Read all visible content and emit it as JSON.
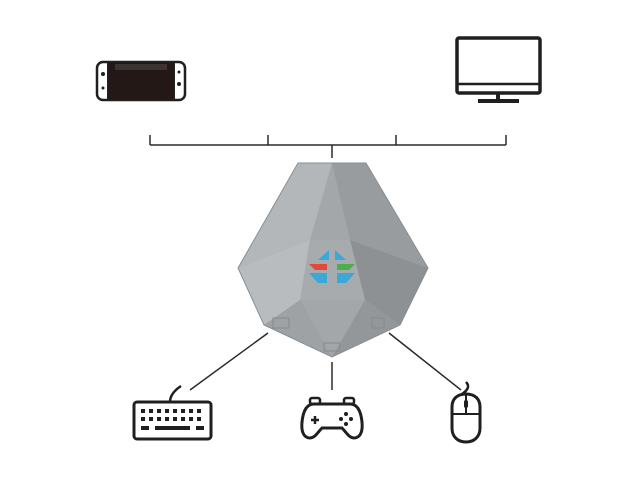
{
  "diagram": {
    "outputs": [
      {
        "name": "nintendo-switch-console",
        "icon": "game-console-icon"
      },
      {
        "name": "monitor",
        "icon": "monitor-icon"
      }
    ],
    "hub": {
      "name": "keyboard-mouse-adapter",
      "icon": "adapter-hub-icon"
    },
    "inputs": [
      {
        "name": "keyboard",
        "icon": "keyboard-icon"
      },
      {
        "name": "gamepad",
        "icon": "gamepad-icon"
      },
      {
        "name": "mouse",
        "icon": "mouse-icon"
      }
    ],
    "colors": {
      "line": "#2a2a2a",
      "hub_base": "#a3a7aa",
      "hub_light": "#b8bcbf",
      "hub_dark": "#8d9194",
      "logo_blue": "#3aa8d8",
      "logo_red": "#e04a3a",
      "logo_green": "#4cae4c"
    }
  }
}
